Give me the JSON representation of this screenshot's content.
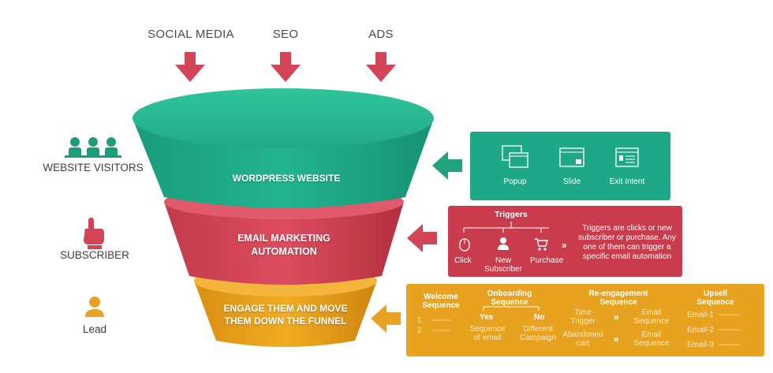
{
  "sources": [
    "SOCIAL MEDIA",
    "SEO",
    "ADS"
  ],
  "stages": [
    {
      "side_label": "WEBSITE VISITORS",
      "funnel_text": "WORDPRESS WEBSITE"
    },
    {
      "side_label": "SUBSCRIBER",
      "funnel_text": "EMAIL MARKETING AUTOMATION"
    },
    {
      "side_label": "Lead",
      "funnel_text": "ENGAGE THEM AND MOVE THEM DOWN THE FUNNEL"
    }
  ],
  "green_panel": {
    "items": [
      {
        "label": "Popup",
        "icon": "popup-icon"
      },
      {
        "label": "Slide",
        "icon": "slide-icon"
      },
      {
        "label": "Exit Intent",
        "icon": "exit-intent-icon"
      }
    ]
  },
  "red_panel": {
    "title": "Triggers",
    "triggers": [
      {
        "label": "Click",
        "icon": "mouse-icon"
      },
      {
        "label": "New Subscriber",
        "icon": "user-icon"
      },
      {
        "label": "Purchase",
        "icon": "cart-icon"
      }
    ],
    "arrow": "»",
    "description": "Triggers are clicks or new subscriber or purchase. Any one of them can trigger a specific email automation"
  },
  "orange_panel": {
    "welcome": {
      "title": "Welcome Sequence",
      "rows": [
        "1.",
        "2."
      ],
      "dashes": "-------"
    },
    "onboarding": {
      "title": "Onboarding Sequence",
      "yes": "Yes",
      "no": "No",
      "yes_text": "Sequence of email",
      "no_text": "Different Campaign"
    },
    "reengagement": {
      "title": "Re-engagement Sequence",
      "rows": [
        {
          "left": "Time Trigger",
          "right": "Email Sequence"
        },
        {
          "left": "Abandoned cart",
          "right": "Email Sequence"
        }
      ],
      "arrow": "»"
    },
    "upsell": {
      "title": "Upsell Sequence",
      "rows": [
        "Email-1",
        "Email-2",
        "Email-3"
      ],
      "dashes": "--------"
    }
  },
  "colors": {
    "green": "#1fae8a",
    "green_dark": "#129476",
    "red": "#d94a5c",
    "red_dark": "#b8323f",
    "orange": "#eda81f",
    "orange_dark": "#d48a12",
    "arrow_red": "#d34556",
    "arrow_green": "#21a37f",
    "arrow_orange": "#e9a223"
  }
}
